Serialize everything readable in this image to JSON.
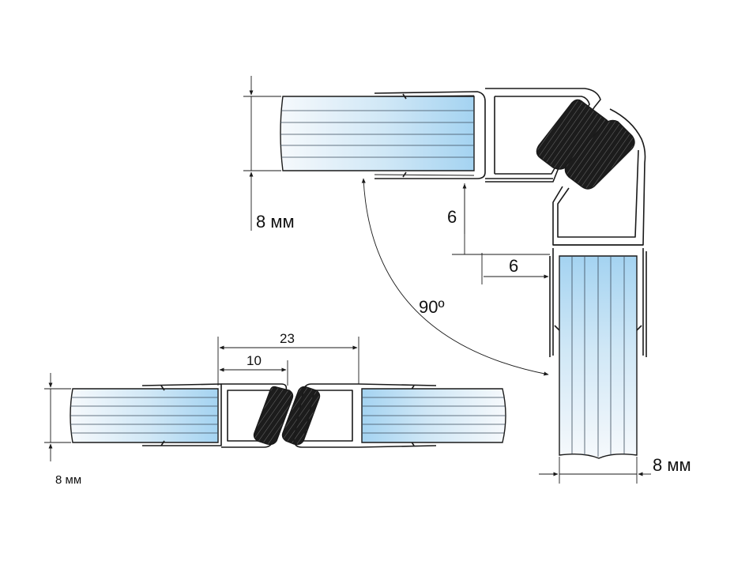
{
  "labels": {
    "top_thickness": "8 мм",
    "gap_vertical": "6",
    "gap_horizontal": "6",
    "angle": "90º",
    "right_thickness": "8 мм",
    "overall_width": "23",
    "inner_width": "10",
    "bottom_thickness": "8 мм"
  },
  "colors": {
    "glass_edge": "#f4f8fc",
    "glass_mid": "#a9d6f2",
    "magnet": "#1c1c1c",
    "line": "#1a1a1a"
  }
}
